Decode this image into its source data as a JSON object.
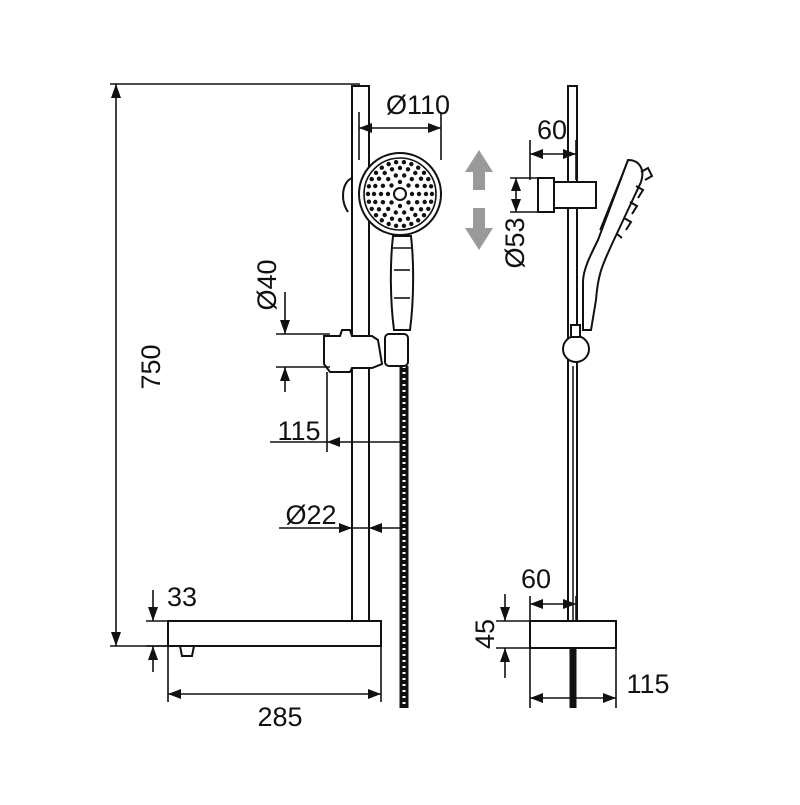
{
  "dimensions": {
    "height_total": "750",
    "head_diameter": "Ø110",
    "holder_diameter": "Ø40",
    "holder_offset": "115",
    "rail_diameter": "Ø22",
    "shelf_thickness": "33",
    "shelf_width": "285",
    "side_holder_depth": "60",
    "side_holder_diameter": "Ø53",
    "side_rail_offset": "60",
    "side_shelf_height": "45",
    "side_shelf_depth": "115"
  },
  "colors": {
    "line": "#111111",
    "arrow": "#9a9a9a"
  },
  "icons": {
    "adjust_arrows": "up-down-arrow-icon"
  }
}
